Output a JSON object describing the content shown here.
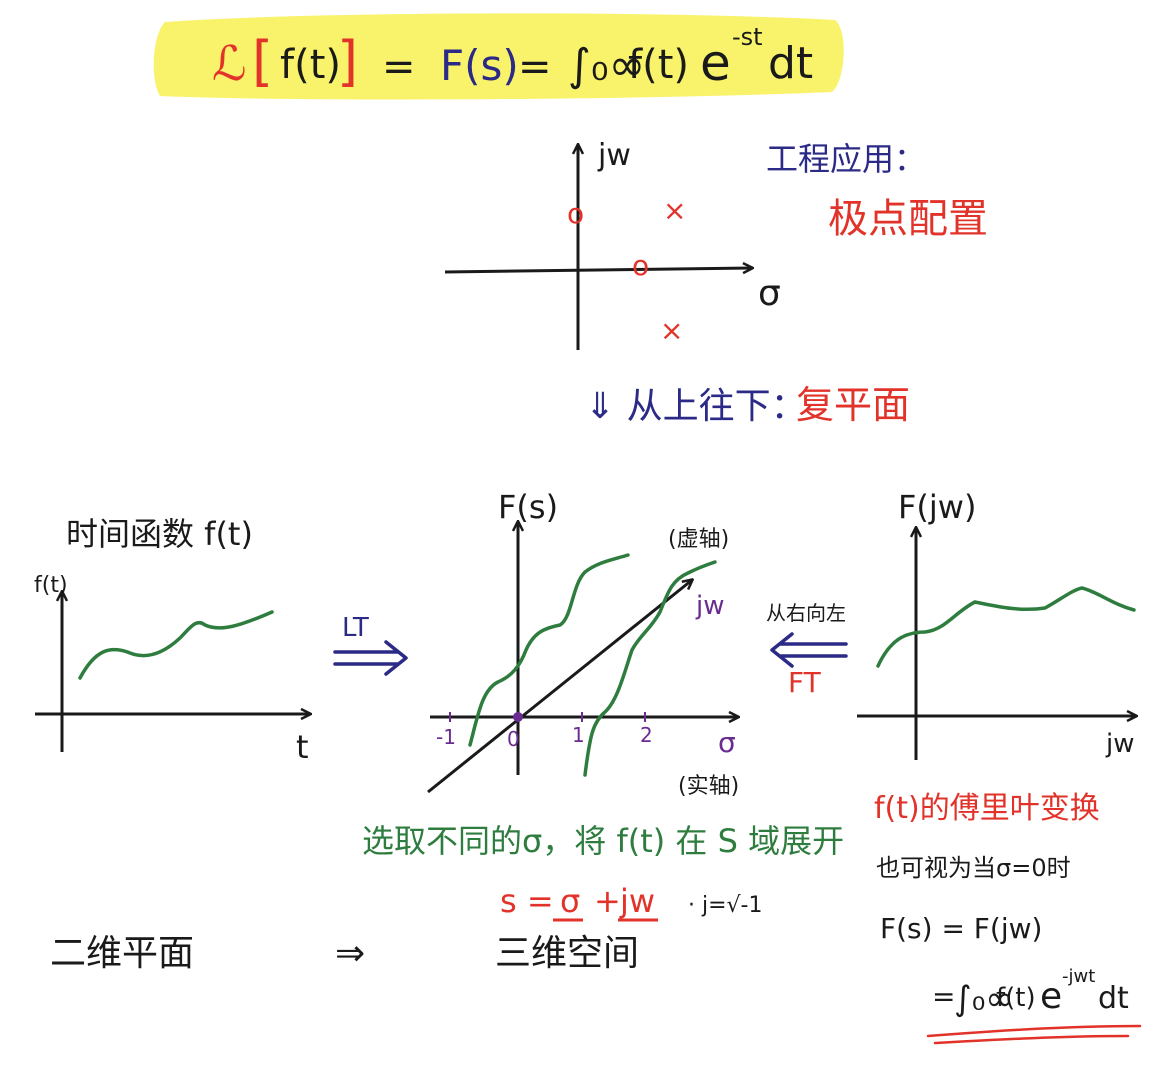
{
  "formula": {
    "laplace_op": "ℒ",
    "bracket_open": "[",
    "ft": "f(t)",
    "bracket_close": "]",
    "eq1": "=",
    "Fs": "F(s)",
    "eq2": "=",
    "integral": "∫₀∞",
    "integrand": "f(t)",
    "exp_base": "e",
    "exp_power": "-st",
    "dt": "dt"
  },
  "splane": {
    "y_label": "jw",
    "x_label": "σ",
    "zero_mark": "o",
    "pole_mark": "×",
    "eng_title": "工程应用：",
    "eng_item": "极点配置",
    "topdown_prefix": "⇓ 从上往下：",
    "topdown_term": "复平面"
  },
  "time_plot": {
    "title": "时间函数 f(t)",
    "y_label": "f(t)",
    "x_label": "t"
  },
  "lt_arrow": {
    "label": "LT"
  },
  "s_plot": {
    "y_label": "F(s)",
    "imag_axis_label": "(虚轴)",
    "jw_label": "jw",
    "real_axis_label": "(实轴)",
    "sigma_label": "σ",
    "ticks": [
      "-1",
      "0",
      "1",
      "2"
    ]
  },
  "ft_arrow": {
    "note": "从右向左",
    "label": "FT"
  },
  "freq_plot": {
    "y_label": "F(jw)",
    "x_label": "jw"
  },
  "notes": {
    "green_line": "选取不同的σ，将 f(t) 在 S 域展开",
    "s_def_left": "s =",
    "s_def_sigma": "σ",
    "s_def_plus": "+",
    "s_def_jw": "jw",
    "j_def": "· j=√-1",
    "dims_left": "二维平面",
    "dims_arrow": "⇒",
    "dims_right": "三维空间",
    "fourier_title": "f(t)的傅里叶变换",
    "fourier_line2": "也可视为当σ=0时",
    "fourier_line3": "F(s) = F(jw)",
    "fourier_eq": "=",
    "fourier_int": "∫₀∞",
    "fourier_integrand": "f(t)",
    "fourier_e": "e",
    "fourier_pow": "-jwt",
    "fourier_dt": "dt"
  },
  "colors": {
    "ink_black": "#1a1a1a",
    "ink_red": "#e2332a",
    "ink_navy": "#2b2a86",
    "ink_green": "#2e7d3f",
    "ink_purple": "#6a2c91",
    "highlighter": "#f7f25a"
  }
}
